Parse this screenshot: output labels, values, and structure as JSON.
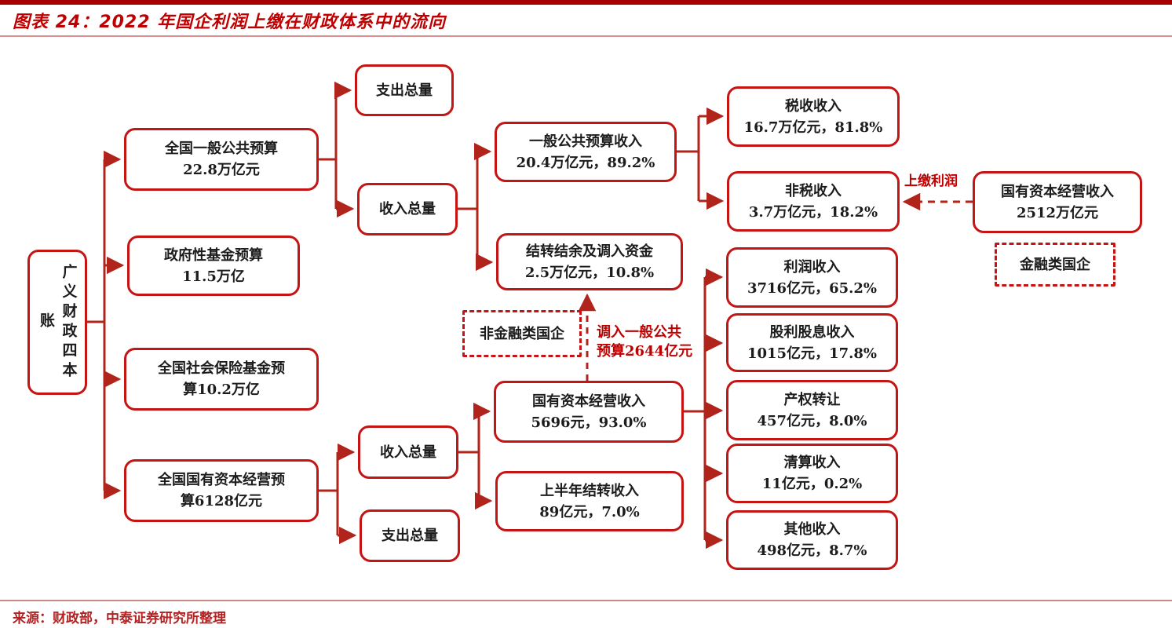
{
  "header": {
    "title": "图表 24：2022 年国企利润上缴在财政体系中的流向"
  },
  "footer": {
    "source": "来源：财政部，中泰证券研究所整理"
  },
  "colors": {
    "accent_red": "#c00000",
    "line_red": "#b1241c",
    "box_border": "#c41414",
    "text": "#1c1c1c"
  },
  "nodes": {
    "gycz": {
      "line1": "广义财政四本账"
    },
    "yiban": {
      "line1": "全国一般公共预算",
      "line2": "22.8万亿元"
    },
    "jijin": {
      "line1": "政府性基金预算",
      "line2": "11.5万亿"
    },
    "shebao": {
      "line1": "全国社会保险基金预",
      "line2": "算10.2万亿"
    },
    "guoyou": {
      "line1": "全国国有资本经营预",
      "line2": "算6128亿元"
    },
    "zhichu_top": {
      "line1": "支出总量"
    },
    "shouru_top": {
      "line1": "收入总量"
    },
    "ybgg": {
      "line1": "一般公共预算收入",
      "line2": "20.4万亿元，89.2%"
    },
    "jiezhuan": {
      "line1": "结转结余及调入资金",
      "line2": "2.5万亿元，10.8%"
    },
    "shuishou": {
      "line1": "税收收入",
      "line2": "16.7万亿元，81.8%"
    },
    "feishui": {
      "line1": "非税收入",
      "line2": "3.7万亿元，18.2%"
    },
    "gyzbjy_right": {
      "line1": "国有资本经营收入",
      "line2": "2512万亿元"
    },
    "jinrong": {
      "line1": "金融类国企"
    },
    "feijinrong": {
      "line1": "非金融类国企"
    },
    "gyzbjy_mid": {
      "line1": "国有资本经营收入",
      "line2": "5696元，93.0%"
    },
    "shangban": {
      "line1": "上半年结转收入",
      "line2": "89亿元，7.0%"
    },
    "shouru_bot": {
      "line1": "收入总量"
    },
    "zhichu_bot": {
      "line1": "支出总量"
    },
    "lirun": {
      "line1": "利润收入",
      "line2": "3716亿元，65.2%"
    },
    "guli": {
      "line1": "股利股息收入",
      "line2": "1015亿元，17.8%"
    },
    "chanquan": {
      "line1": "产权转让",
      "line2": "457亿元，8.0%"
    },
    "qingsuan": {
      "line1": "清算收入",
      "line2": "11亿元，0.2%"
    },
    "qita": {
      "line1": "其他收入",
      "line2": "498亿元，8.7%"
    }
  },
  "edge_labels": {
    "shangjiao": "上缴利润",
    "tiaoru_line1": "调入一般公共",
    "tiaoru_line2": "预算2644亿元"
  }
}
